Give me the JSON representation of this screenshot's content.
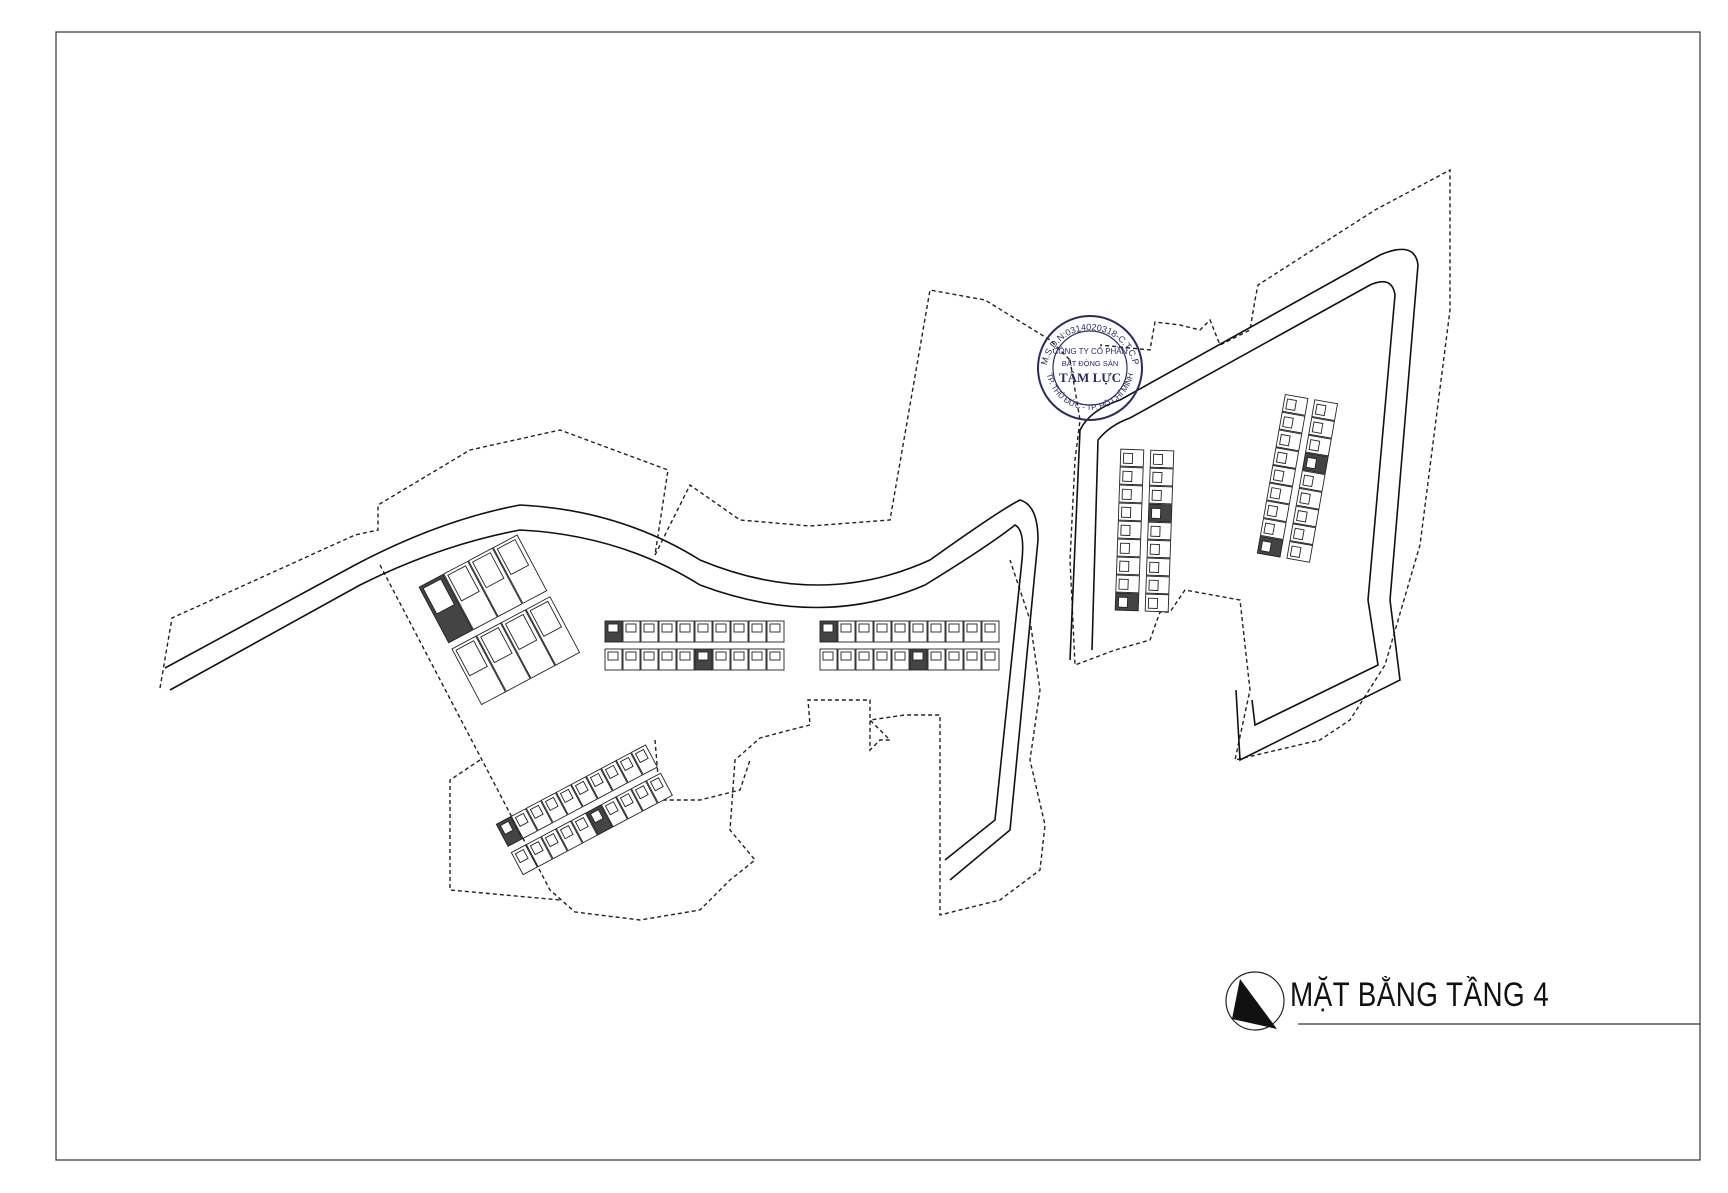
{
  "drawing": {
    "title": "MẶT BẰNG TẦNG 4",
    "north_arrow_icon": "north-arrow-icon"
  },
  "stamp": {
    "ring_top": "M.S.D.N:0314020318-C.T.C.P",
    "ring_bottom": "TP. THỦ ĐỨC - TP. HỒ CHÍ MINH",
    "line1": "CÔNG TY CỔ PHẦN",
    "line2": "BẤT ĐỘNG SẢN",
    "line3": "TÂM LỰC",
    "color": "#2a2a6a"
  }
}
